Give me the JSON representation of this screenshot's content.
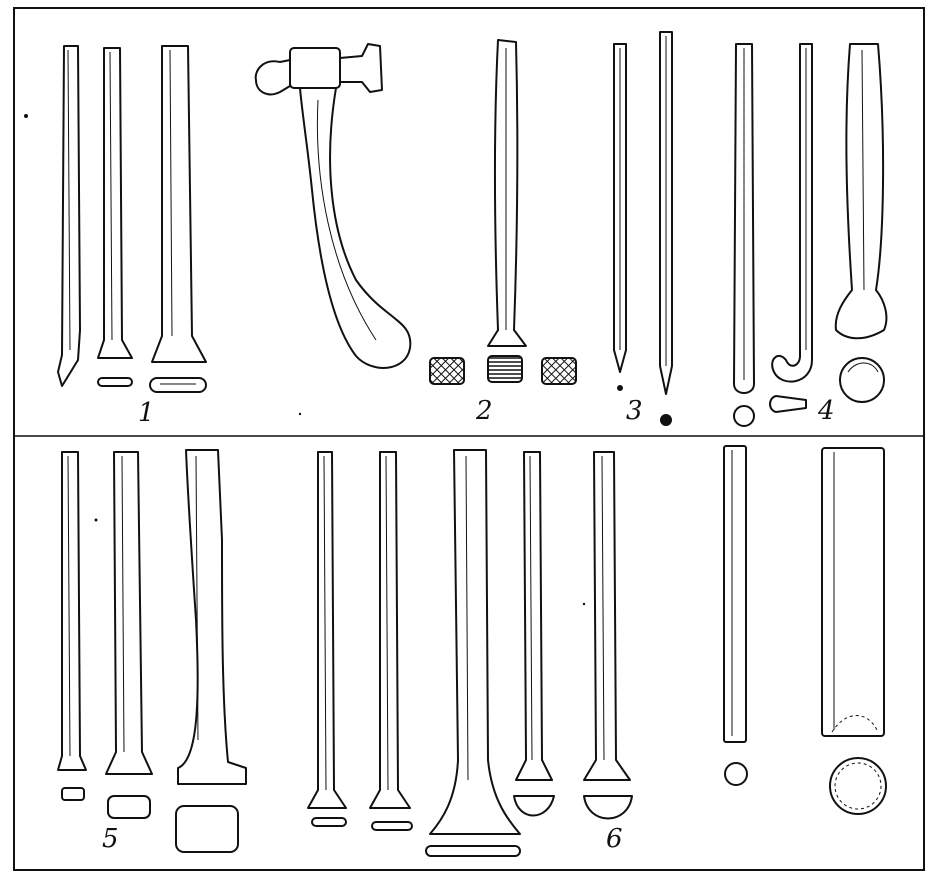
{
  "figure": {
    "labels": {
      "l1": "1",
      "l2": "2",
      "l3": "3",
      "l4": "4",
      "l5": "5",
      "l6": "6"
    }
  },
  "colors": {
    "ink": "#111111",
    "paper": "#ffffff"
  }
}
